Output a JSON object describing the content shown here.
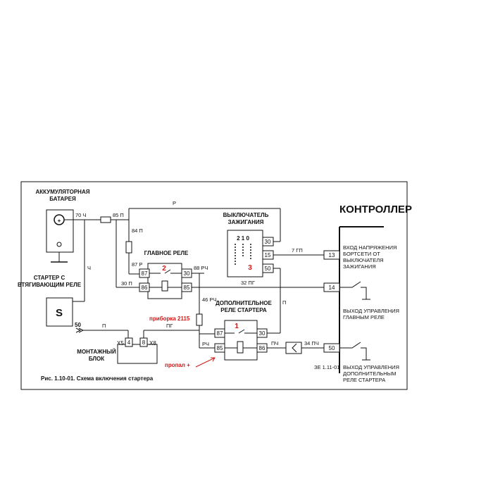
{
  "battery": {
    "line1": "АККУМУЛЯТОРНАЯ",
    "line2": "БАТАРЕЯ",
    "plus": "+",
    "minus": "−"
  },
  "starter": {
    "line1": "СТАРТЕР С",
    "line2": "ВТЯГИВАЮЩИМ РЕЛЕ",
    "symbol": "S",
    "pin": "50"
  },
  "main_relay": {
    "title": "ГЛАВНОЕ РЕЛЕ",
    "pin87": "87",
    "pin86": "86",
    "pin30": "30",
    "pin85": "85",
    "mark": "2"
  },
  "ignition": {
    "line1": "ВЫКЛЮЧАТЕЛЬ",
    "line2": "ЗАЖИГАНИЯ",
    "pos": "2  1  0",
    "pin30": "30",
    "pin15": "15",
    "pin50": "50",
    "mark": "3"
  },
  "aux_relay": {
    "line1": "ДОПОЛНИТЕЛЬНОЕ",
    "line2": "РЕЛЕ СТАРТЕРА",
    "pin87": "87",
    "pin85": "85",
    "pin30": "30",
    "pin86": "86",
    "mark": "1"
  },
  "mount_block": {
    "line1": "МОНТАЖНЫЙ",
    "line2": "БЛОК",
    "x5": "X5",
    "x8": "X8",
    "pin4": "4",
    "pin8": "8"
  },
  "controller": {
    "title": "КОНТРОЛЛЕР",
    "pin13": "13",
    "pin14": "14",
    "pin50": "50",
    "in1_l1": "ВХОД НАПРЯЖЕНИЯ",
    "in1_l2": "БОРТСЕТИ ОТ",
    "in1_l3": "ВЫКЛЮЧАТЕЛЯ",
    "in1_l4": "ЗАЖИГАНИЯ",
    "out1_l1": "ВЫХОД УПРАВЛЕНИЯ",
    "out1_l2": "ГЛАВНЫМ  РЕЛЕ",
    "out2_l1": "ВЫХОД УПРАВЛЕНИЯ",
    "out2_l2": "ДОПОЛНИТЕЛЬНЫМ",
    "out2_l3": "РЕЛЕ СТАРТЕРА"
  },
  "wires": {
    "w70ch": "70 Ч",
    "w85p": "85 П",
    "wR": "Р",
    "wCh": "Ч",
    "w84p": "84 П",
    "w87r": "87 Р",
    "w30p": "30 П",
    "w88rch": "88 РЧ",
    "w46rch": "46 РЧ",
    "w32pg": "32 ПГ",
    "w7gp": "7 ГП",
    "wP": "П",
    "w50": "50",
    "wP2": "П",
    "wPG": "ПГ",
    "wRCh": "РЧ",
    "wPCh": "ПЧ",
    "w34pch": "34 ПЧ"
  },
  "annotations": {
    "fuse": "приборка 2115",
    "power": "пропал +"
  },
  "ref": "ЗЕ 1.11-01",
  "caption": "Рис. 1.10-01. Схема включения стартера"
}
